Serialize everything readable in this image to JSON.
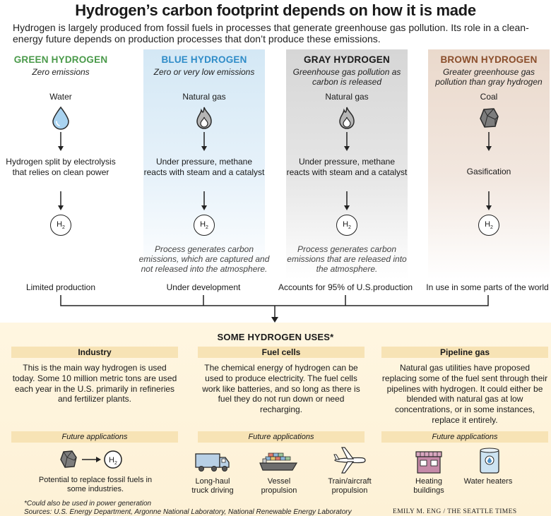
{
  "title": "Hydrogen’s carbon footprint depends on how it is made",
  "intro": "Hydrogen is largely produced from fossil fuels in processes that generate greenhouse gas pollution. Its role in a clean-energy future depends on production processes that don’t produce these emissions.",
  "colors": {
    "green": "#4a9a4a",
    "blue": "#2f8cc8",
    "gray": "#1a1a1a",
    "brown": "#8a4e2b"
  },
  "types": [
    {
      "heading": "GREEN HYDROGEN",
      "subtitle": "Zero emissions",
      "source": "Water",
      "icon": "water-drop-icon",
      "process": "Hydrogen split by electrolysis that relies on clean power",
      "product": "H",
      "product_sub": "2",
      "note": "",
      "status": "Limited production"
    },
    {
      "heading": "BLUE HYDROGEN",
      "subtitle": "Zero or very low emissions",
      "source": "Natural gas",
      "icon": "flame-icon",
      "process": "Under pressure, methane reacts with steam and a catalyst",
      "product": "H",
      "product_sub": "2",
      "note": "Process generates carbon emissions, which are captured and not released into the atmosphere.",
      "status": "Under development"
    },
    {
      "heading": "GRAY HYDROGEN",
      "subtitle": "Greenhouse gas pollution as carbon is released",
      "source": "Natural gas",
      "icon": "flame-icon",
      "process": "Under pressure, methane reacts with steam and a catalyst",
      "product": "H",
      "product_sub": "2",
      "note": "Process generates carbon emissions that are released into the atmosphere.",
      "status": "Accounts for 95% of U.S.production"
    },
    {
      "heading": "BROWN HYDROGEN",
      "subtitle": "Greater greenhouse gas pollution than gray hydrogen",
      "source": "Coal",
      "icon": "coal-icon",
      "process": "Gasification",
      "product": "H",
      "product_sub": "2",
      "note": "",
      "status": "In use in some parts of the world"
    }
  ],
  "uses": {
    "title": "SOME HYDROGEN USES*",
    "sections": [
      {
        "heading": "Industry",
        "text": "This is the main way hydrogen is used today. Some 10 million metric tons are used each year in the U.S. primarily in refineries and fertilizer plants.",
        "future_label": "Future applications",
        "apps": [
          {
            "label": "Potential to replace fossil fuels in some industries.",
            "icon": "coal-to-hydrogen-icon"
          }
        ]
      },
      {
        "heading": "Fuel cells",
        "text": "The chemical energy of hydrogen can be  used to produce electricity. The fuel cells  work like batteries, and so long as there is fuel they do not run down or need recharging.",
        "future_label": "Future applications",
        "apps": [
          {
            "label": "Long-haul truck driving",
            "icon": "truck-icon"
          },
          {
            "label": "Vessel propulsion",
            "icon": "ship-icon"
          },
          {
            "label": "Train/aircraft propulsion",
            "icon": "airplane-icon"
          }
        ]
      },
      {
        "heading": "Pipeline gas",
        "text": "Natural gas utilities have proposed replacing some of the fuel sent through their pipelines with hydrogen. It could either be blended with natural gas at low concentrations, or in some instances, replace it entirely.",
        "future_label": "Future applications",
        "apps": [
          {
            "label": "Heating buildings",
            "icon": "building-icon"
          },
          {
            "label": "Water heaters",
            "icon": "water-heater-icon"
          }
        ]
      }
    ]
  },
  "footnote": "*Could also be used in power generation",
  "sources": "Sources: U.S. Energy Department, Argonne National Laboratory, National Renewable Energy Laboratory",
  "credit": "EMILY M. ENG / THE SEATTLE TIMES"
}
